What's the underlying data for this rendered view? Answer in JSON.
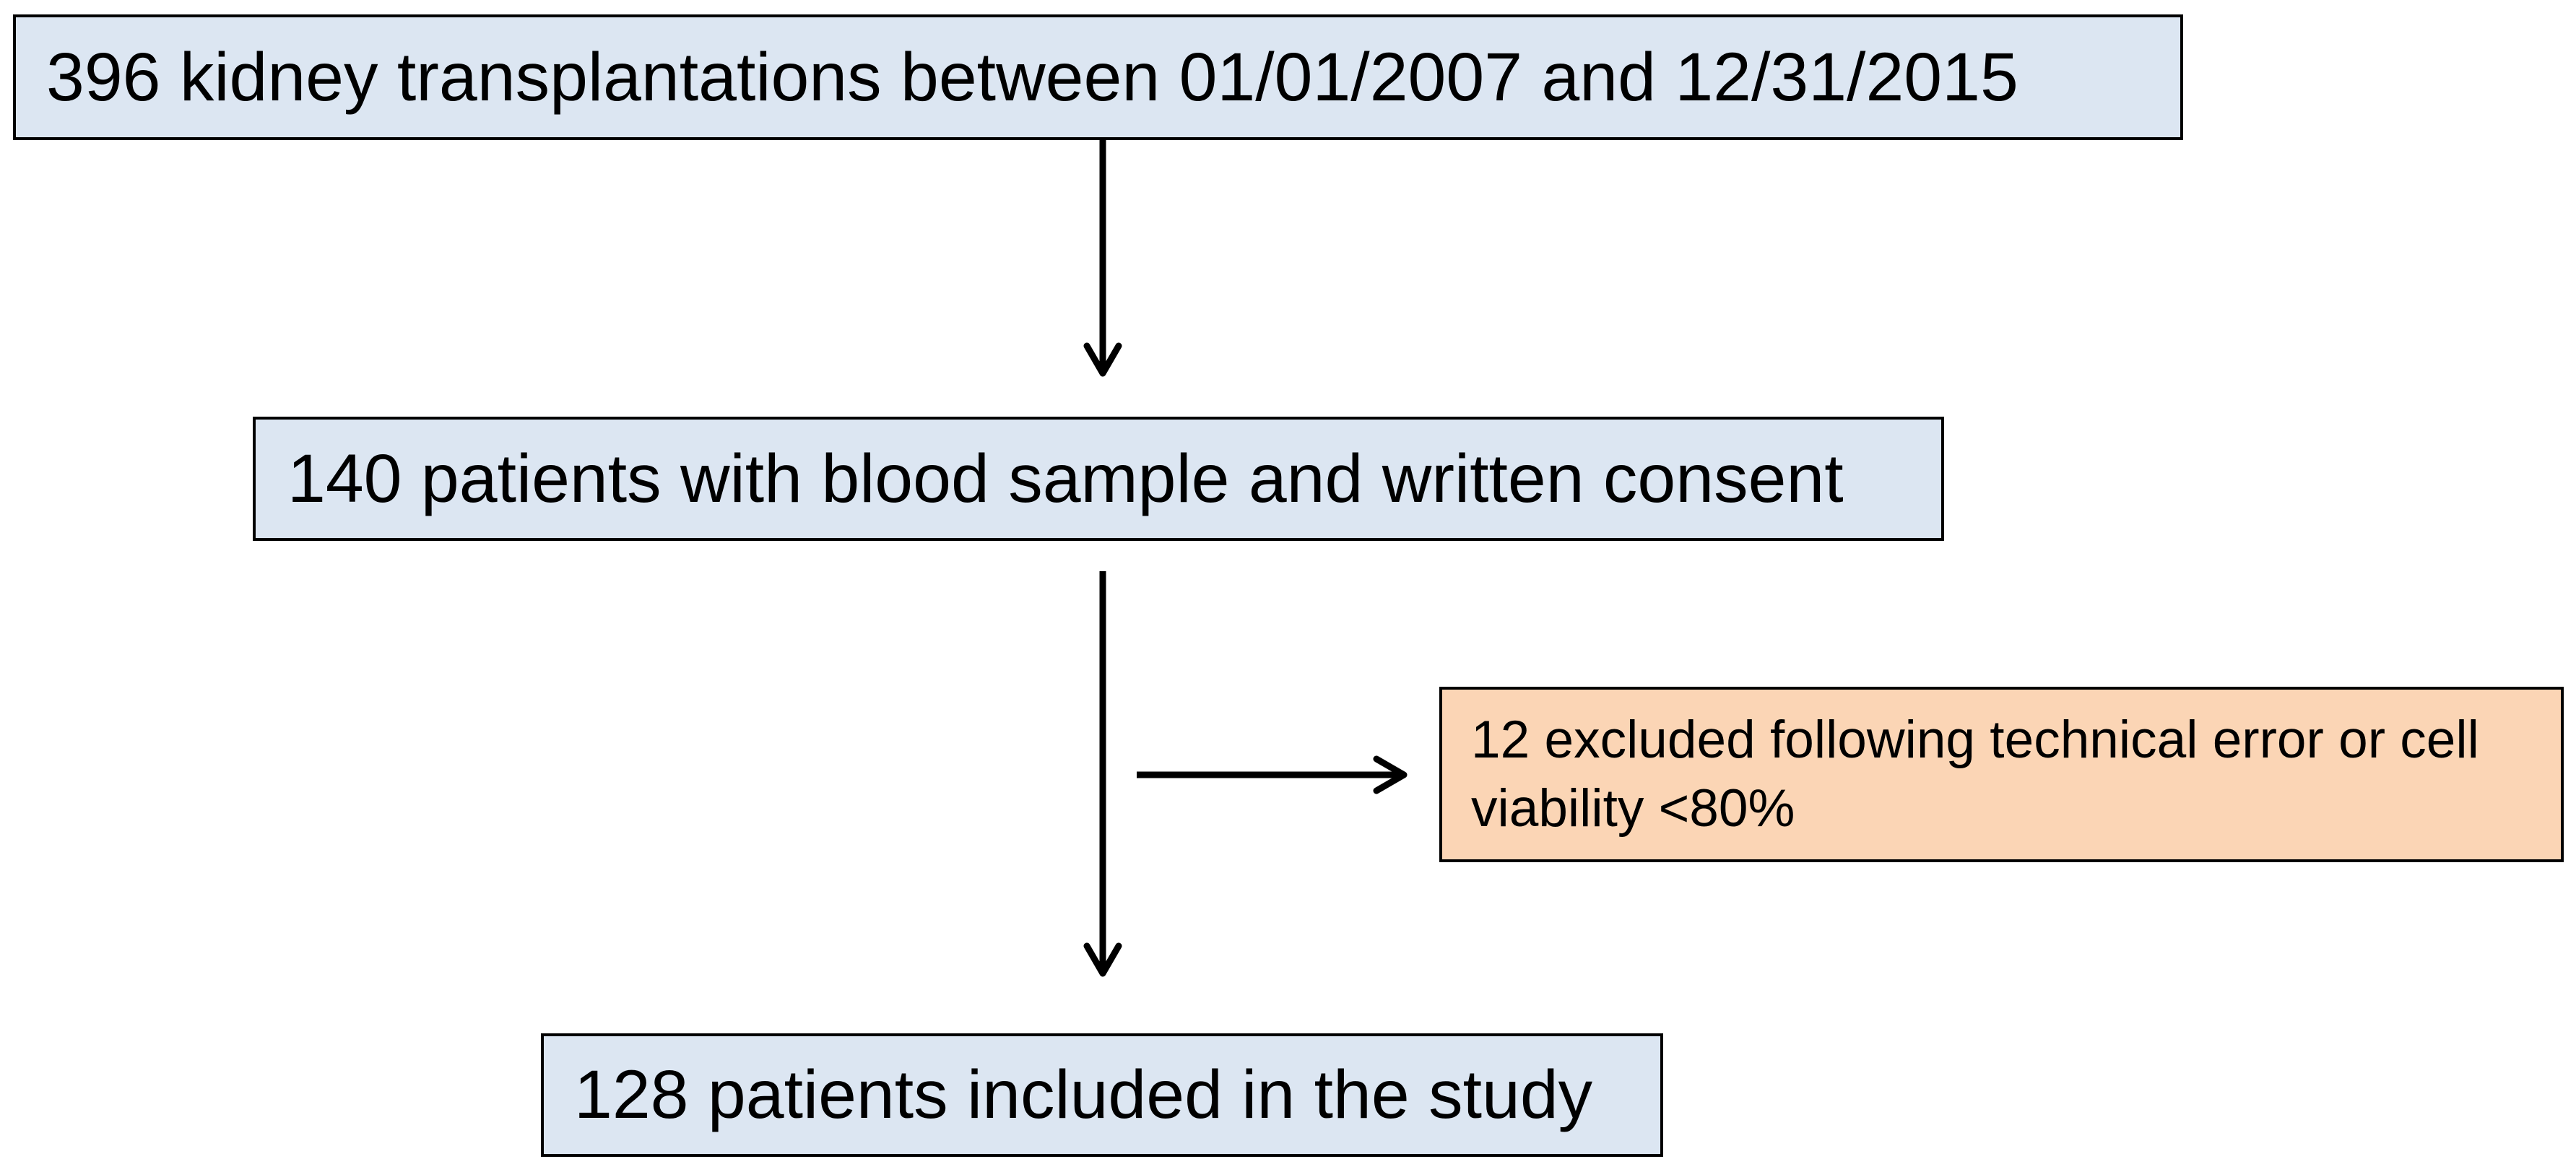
{
  "flowchart": {
    "start_box": {
      "text": "396 kidney transplantations between 01/01/2007 and 12/31/2015"
    },
    "consent_box": {
      "text": "140 patients with blood sample and written consent"
    },
    "excluded_box": {
      "text": "12 excluded following technical error or cell viability <80%"
    },
    "included_box": {
      "text": "128 patients included in the study"
    }
  },
  "colors": {
    "main_box_fill": "#dce6f2",
    "exclusion_box_fill": "#fbd5b5",
    "border_and_arrows": "#000000"
  }
}
